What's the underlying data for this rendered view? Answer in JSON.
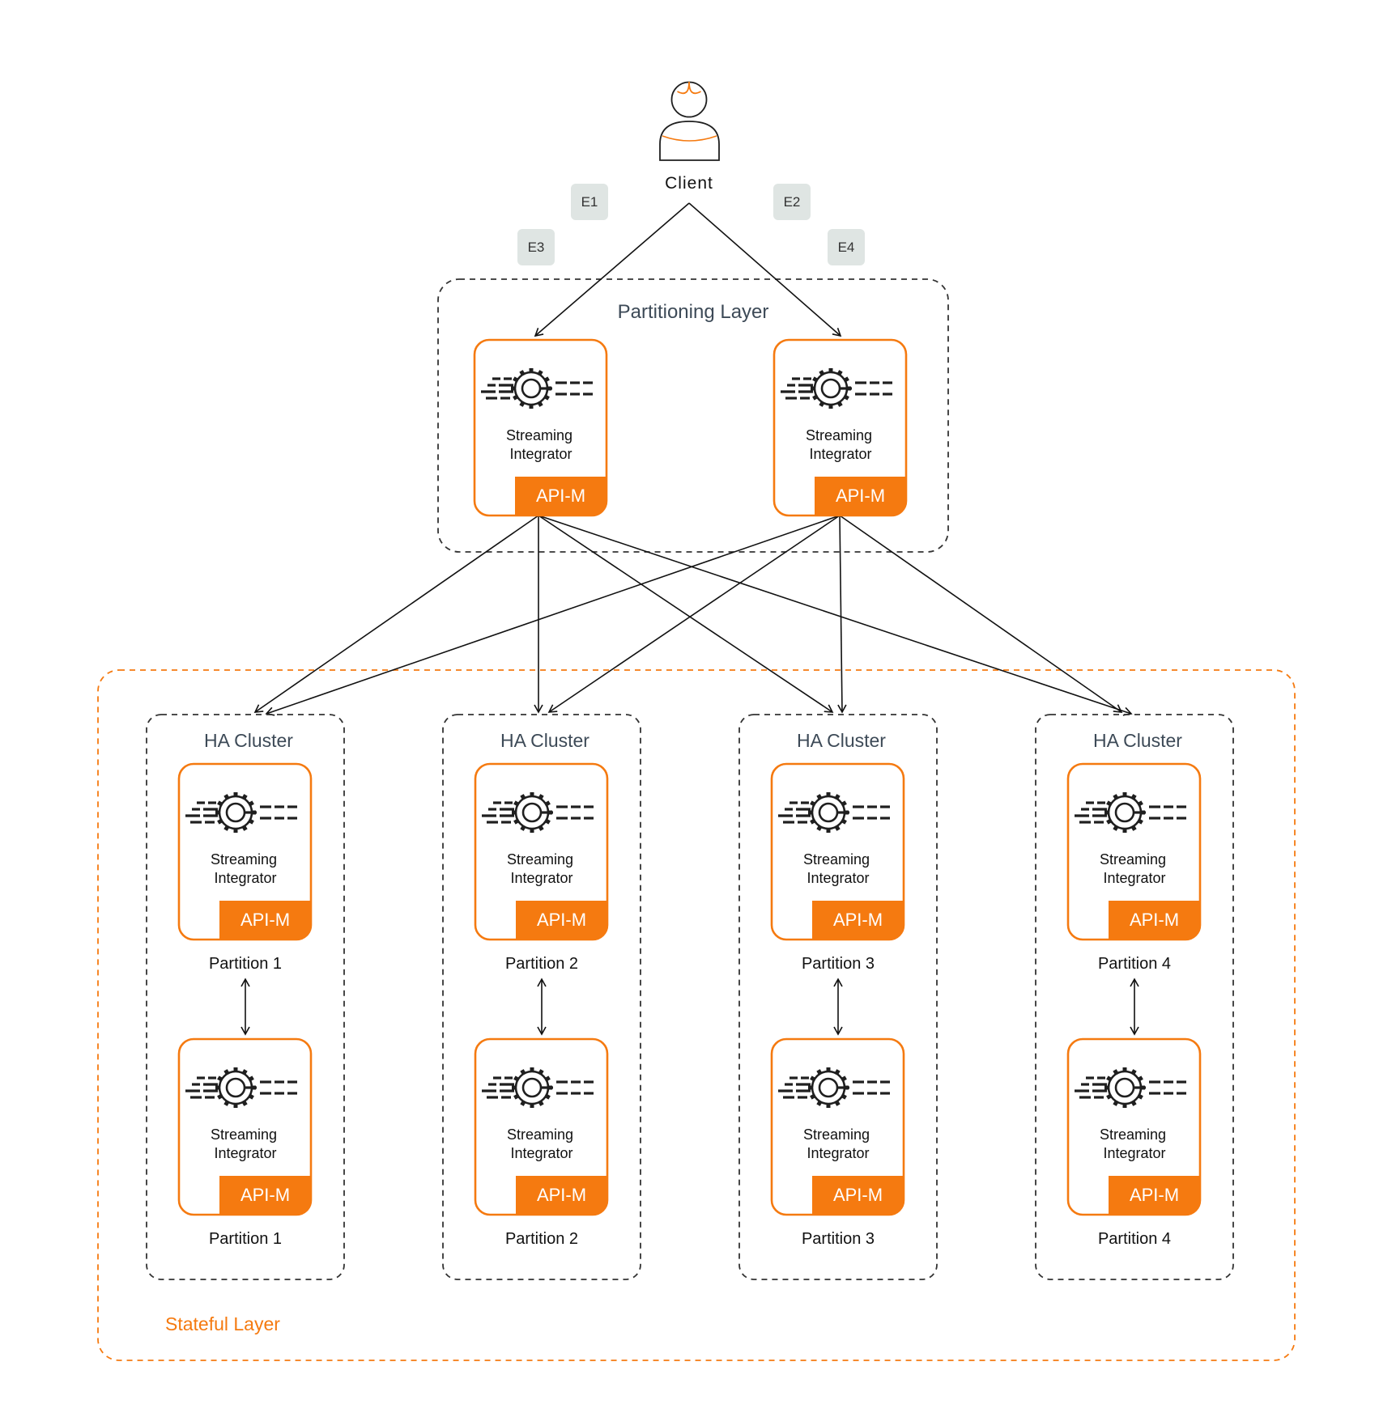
{
  "client": {
    "label": "Client"
  },
  "event_tags": [
    "E1",
    "E2",
    "E3",
    "E4"
  ],
  "partitioning_layer": {
    "title": "Partitioning Layer",
    "nodes": [
      {
        "line1": "Streaming",
        "line2": "Integrator",
        "badge": "API-M"
      },
      {
        "line1": "Streaming",
        "line2": "Integrator",
        "badge": "API-M"
      }
    ]
  },
  "stateful_layer": {
    "title": "Stateful Layer",
    "clusters": [
      {
        "title": "HA Cluster",
        "nodes": [
          {
            "line1": "Streaming",
            "line2": "Integrator",
            "badge": "API-M",
            "partition": "Partition 1"
          },
          {
            "line1": "Streaming",
            "line2": "Integrator",
            "badge": "API-M",
            "partition": "Partition 1"
          }
        ]
      },
      {
        "title": "HA Cluster",
        "nodes": [
          {
            "line1": "Streaming",
            "line2": "Integrator",
            "badge": "API-M",
            "partition": "Partition 2"
          },
          {
            "line1": "Streaming",
            "line2": "Integrator",
            "badge": "API-M",
            "partition": "Partition 2"
          }
        ]
      },
      {
        "title": "HA Cluster",
        "nodes": [
          {
            "line1": "Streaming",
            "line2": "Integrator",
            "badge": "API-M",
            "partition": "Partition 3"
          },
          {
            "line1": "Streaming",
            "line2": "Integrator",
            "badge": "API-M",
            "partition": "Partition 3"
          }
        ]
      },
      {
        "title": "HA Cluster",
        "nodes": [
          {
            "line1": "Streaming",
            "line2": "Integrator",
            "badge": "API-M",
            "partition": "Partition 4"
          },
          {
            "line1": "Streaming",
            "line2": "Integrator",
            "badge": "API-M",
            "partition": "Partition 4"
          }
        ]
      }
    ]
  },
  "colors": {
    "accent": "#f57a10",
    "line": "#111111",
    "dash": "#333333",
    "tag_bg": "#dfe5e3",
    "heading": "#3d4a57"
  },
  "icons": {
    "client": "person-icon",
    "node": "streaming-gear-icon"
  }
}
